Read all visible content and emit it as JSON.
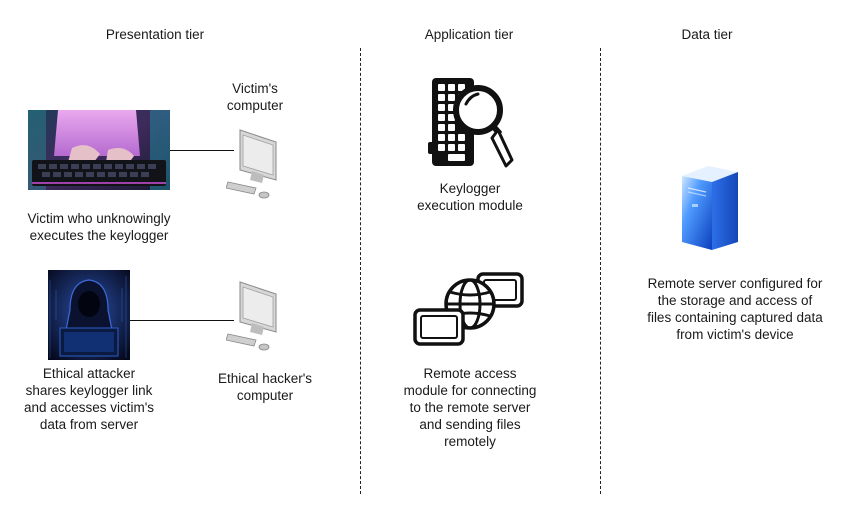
{
  "tiers": {
    "presentation": "Presentation tier",
    "application": "Application tier",
    "data": "Data tier"
  },
  "presentation": {
    "victim_computer_label": "Victim's\ncomputer",
    "victim_label": "Victim who unknowingly\nexecutes the keylogger",
    "attacker_label": "Ethical attacker\nshares keylogger link\nand accesses victim's\ndata from server",
    "hacker_computer_label": "Ethical hacker's\ncomputer"
  },
  "application": {
    "keylogger_label": "Keylogger\nexecution module",
    "remote_access_label": "Remote access\nmodule for connecting\nto the remote server\nand sending files\nremotely"
  },
  "data": {
    "server_label": "Remote server configured for\nthe storage and access of\nfiles containing captured data\nfrom victim's device"
  },
  "icons": {
    "computer": "desktop-computer-icon",
    "keylogger": "keyboard-magnifier-icon",
    "remote": "windows-globe-icon",
    "server": "server-tower-icon"
  },
  "colors": {
    "server_blue": "#1e6fe0",
    "photo_victim_accent": "#d98be0",
    "photo_attacker_accent": "#2f5fc8"
  }
}
